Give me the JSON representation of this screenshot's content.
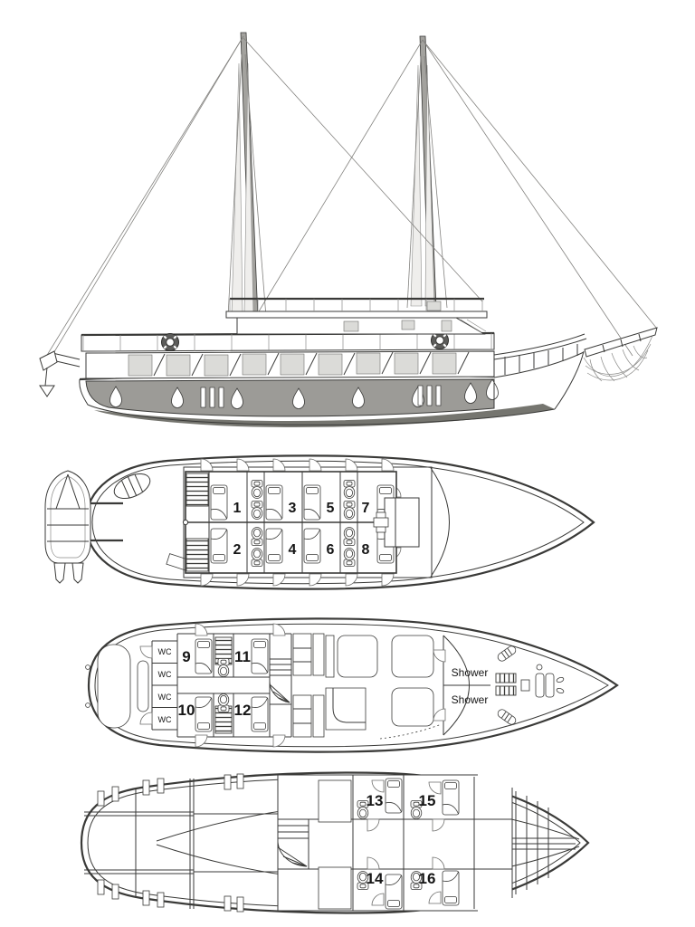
{
  "colors": {
    "line": "#3a3a38",
    "line_light": "#8b8b89",
    "hull_band_grey": "#9c9b97",
    "keel_grey": "#75756f",
    "window_grey": "#dbdbd8",
    "mast_grey": "#a3a29e",
    "background": "#ffffff"
  },
  "decks": {
    "upper": {
      "cabins": [
        "1",
        "2",
        "3",
        "4",
        "5",
        "6",
        "7",
        "8"
      ]
    },
    "main": {
      "cabins": [
        "9",
        "10",
        "11",
        "12"
      ],
      "wc_labels": [
        "WC",
        "WC",
        "WC",
        "WC"
      ],
      "shower_labels": [
        "Shower",
        "Shower"
      ]
    },
    "lower": {
      "cabins": [
        "13",
        "14",
        "15",
        "16"
      ]
    }
  }
}
